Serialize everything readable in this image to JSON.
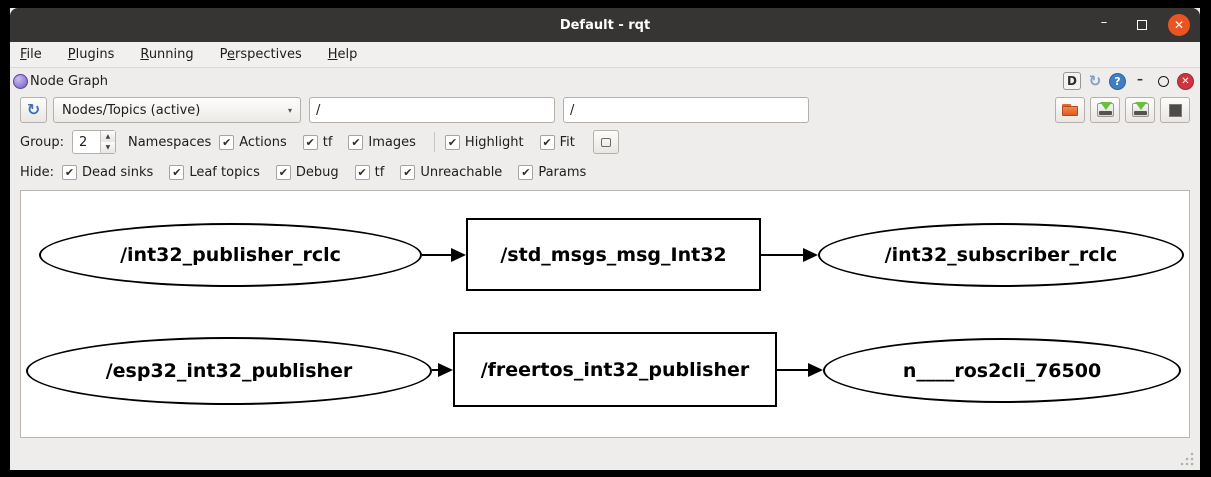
{
  "window": {
    "title": "Default - rqt",
    "controls": {
      "minimize": "–",
      "close": "✕"
    }
  },
  "menu": {
    "items": [
      {
        "pre": "",
        "key": "F",
        "post": "ile"
      },
      {
        "pre": "",
        "key": "P",
        "post": "lugins"
      },
      {
        "pre": "",
        "key": "R",
        "post": "unning"
      },
      {
        "pre": "P",
        "key": "e",
        "post": "rspectives"
      },
      {
        "pre": "",
        "key": "H",
        "post": "elp"
      }
    ]
  },
  "plugin": {
    "title": "Node Graph",
    "icon": "purple-sphere-icon",
    "buttons": {
      "d_label": "D",
      "reload_glyph": "↻",
      "help_glyph": "?",
      "minimize_glyph": "–",
      "close_glyph": "✕"
    }
  },
  "toolbar": {
    "refresh_glyph": "↻",
    "graph_type_select": {
      "value": "Nodes/Topics (active)",
      "arrow_glyph": "▾"
    },
    "filter1": {
      "value": "/"
    },
    "filter2": {
      "value": "/"
    },
    "right_buttons": [
      {
        "name": "load-dot-file",
        "icon": "open-folder-icon"
      },
      {
        "name": "save-dot-file",
        "icon": "save-down-arrow-icon"
      },
      {
        "name": "save-as-image",
        "icon": "save-down-arrow-icon"
      },
      {
        "name": "fit-in-view-dark",
        "icon": "dark-square-icon"
      }
    ]
  },
  "glyphs": {
    "check": "✔",
    "spin_up": "▲",
    "spin_down": "▼"
  },
  "options": {
    "group_label": "Group:",
    "group_value": "2",
    "namespaces_label": "Namespaces",
    "group_checkboxes": [
      {
        "label": "Actions",
        "checked": true
      },
      {
        "label": "tf",
        "checked": true
      },
      {
        "label": "Images",
        "checked": true
      }
    ],
    "view_checkboxes": [
      {
        "label": "Highlight",
        "checked": true
      },
      {
        "label": "Fit",
        "checked": true
      }
    ]
  },
  "hide": {
    "label": "Hide:",
    "checkboxes": [
      {
        "label": "Dead sinks",
        "checked": true
      },
      {
        "label": "Leaf topics",
        "checked": true
      },
      {
        "label": "Debug",
        "checked": true
      },
      {
        "label": "tf",
        "checked": true
      },
      {
        "label": "Unreachable",
        "checked": true
      },
      {
        "label": "Params",
        "checked": true
      }
    ]
  },
  "graph": {
    "nodes": [
      {
        "label": "/int32_publisher_rclc",
        "shape": "ellipse"
      },
      {
        "label": "/std_msgs_msg_Int32",
        "shape": "box"
      },
      {
        "label": "/int32_subscriber_rclc",
        "shape": "ellipse"
      },
      {
        "label": "/esp32_int32_publisher",
        "shape": "ellipse"
      },
      {
        "label": "/freertos_int32_publisher",
        "shape": "box"
      },
      {
        "label": "n____ros2cli_76500",
        "shape": "ellipse"
      }
    ],
    "edges": [
      [
        "/int32_publisher_rclc",
        "/std_msgs_msg_Int32"
      ],
      [
        "/std_msgs_msg_Int32",
        "/int32_subscriber_rclc"
      ],
      [
        "/esp32_int32_publisher",
        "/freertos_int32_publisher"
      ],
      [
        "/freertos_int32_publisher",
        "n____ros2cli_76500"
      ]
    ]
  },
  "colors": {
    "titlebar_bg": "#373434",
    "window_bg": "#efedeb",
    "close_orange": "#e95420",
    "plugin_close_red": "#cd3540",
    "help_blue": "#3f7ec1",
    "refresh_blue": "#3f72ae",
    "folder_orange": "#dd5b22",
    "save_arrow_green": "#6cbf3e",
    "node_stroke": "#000000",
    "canvas_bg": "#ffffff"
  }
}
